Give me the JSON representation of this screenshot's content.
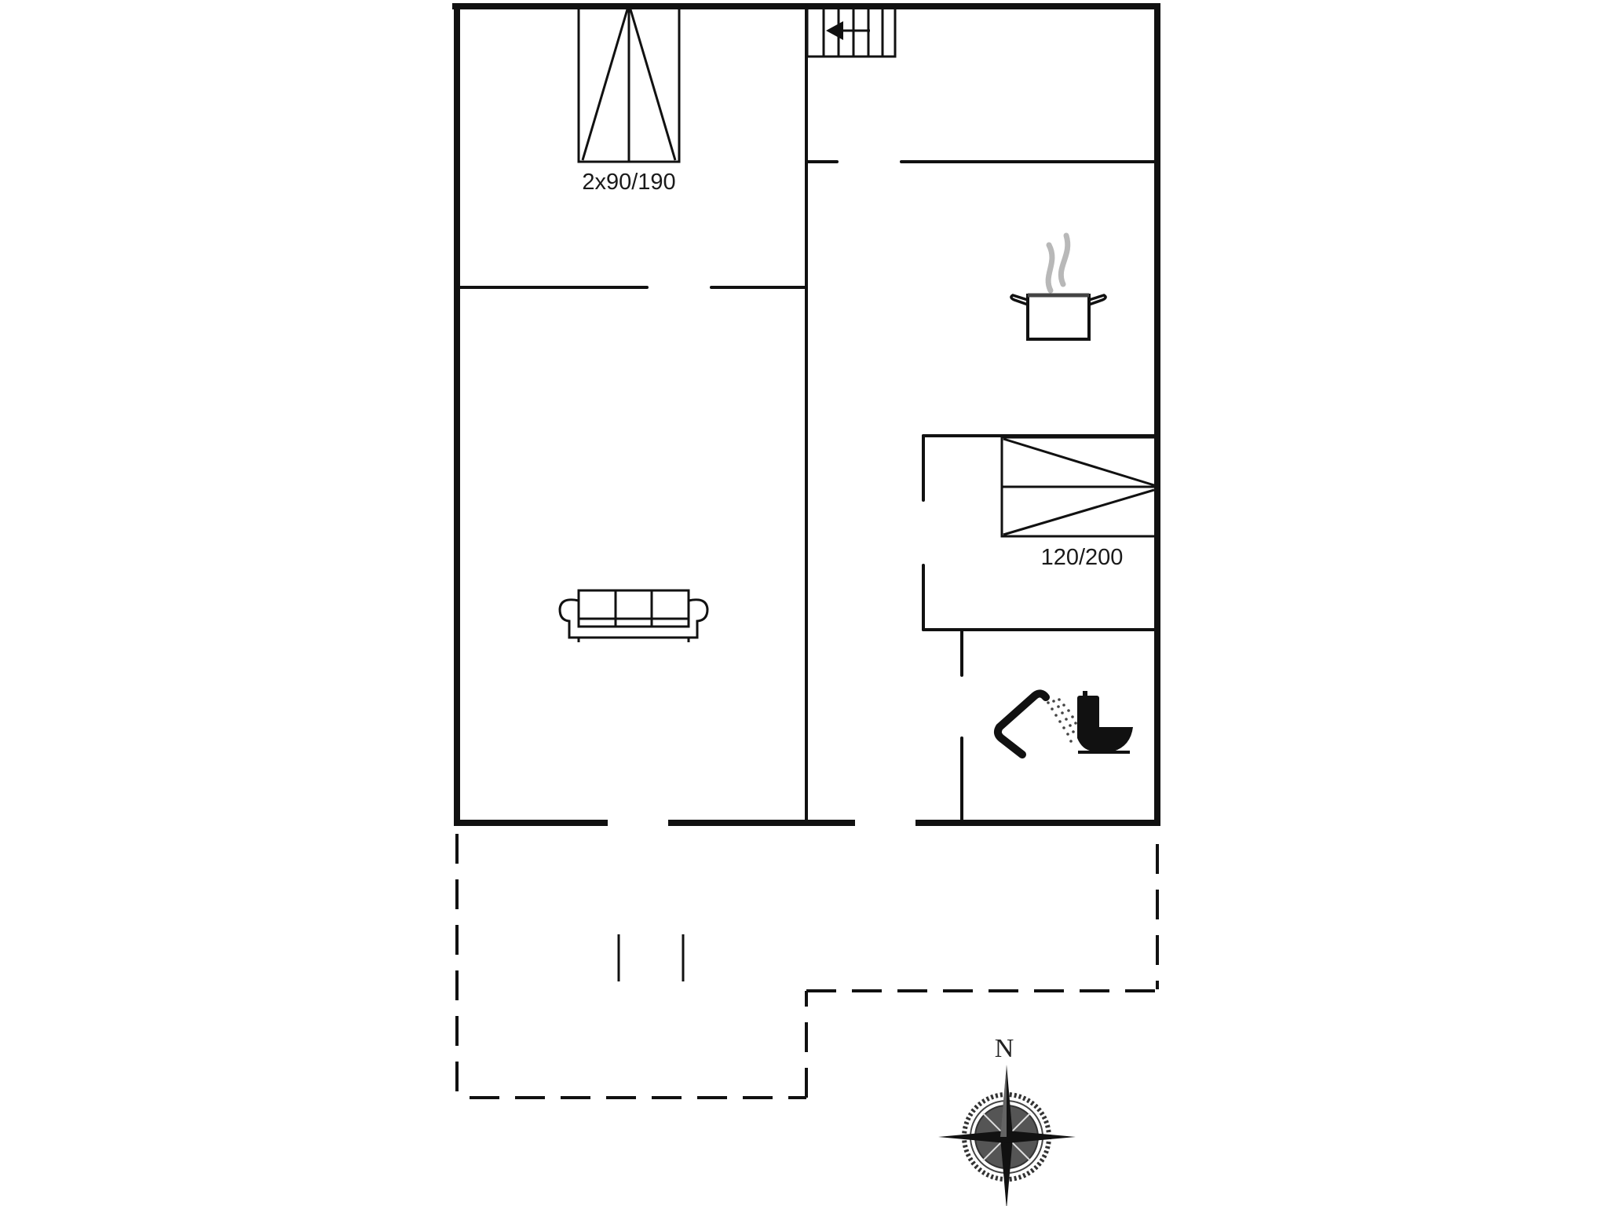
{
  "plan": {
    "title": "Floor plan",
    "colors": {
      "wall": "#111111",
      "background": "#ffffff",
      "steam": "#b8b8b8"
    },
    "rooms": [
      {
        "name": "bedroom-1",
        "furniture": "bed",
        "bed_label": "2x90/190"
      },
      {
        "name": "living-room",
        "furniture": "sofa-icon"
      },
      {
        "name": "hallway",
        "furniture": "staircase"
      },
      {
        "name": "kitchen",
        "furniture": "cooking-pot-icon"
      },
      {
        "name": "bedroom-2",
        "furniture": "bed",
        "bed_label": "120/200"
      },
      {
        "name": "bathroom",
        "furniture": [
          "shower-icon",
          "toilet-icon"
        ]
      },
      {
        "name": "terrace",
        "style": "dashed-outline"
      }
    ],
    "labels": {
      "bed_1": "2x90/190",
      "bed_2": "120/200"
    },
    "compass": {
      "north_label": "N"
    }
  }
}
